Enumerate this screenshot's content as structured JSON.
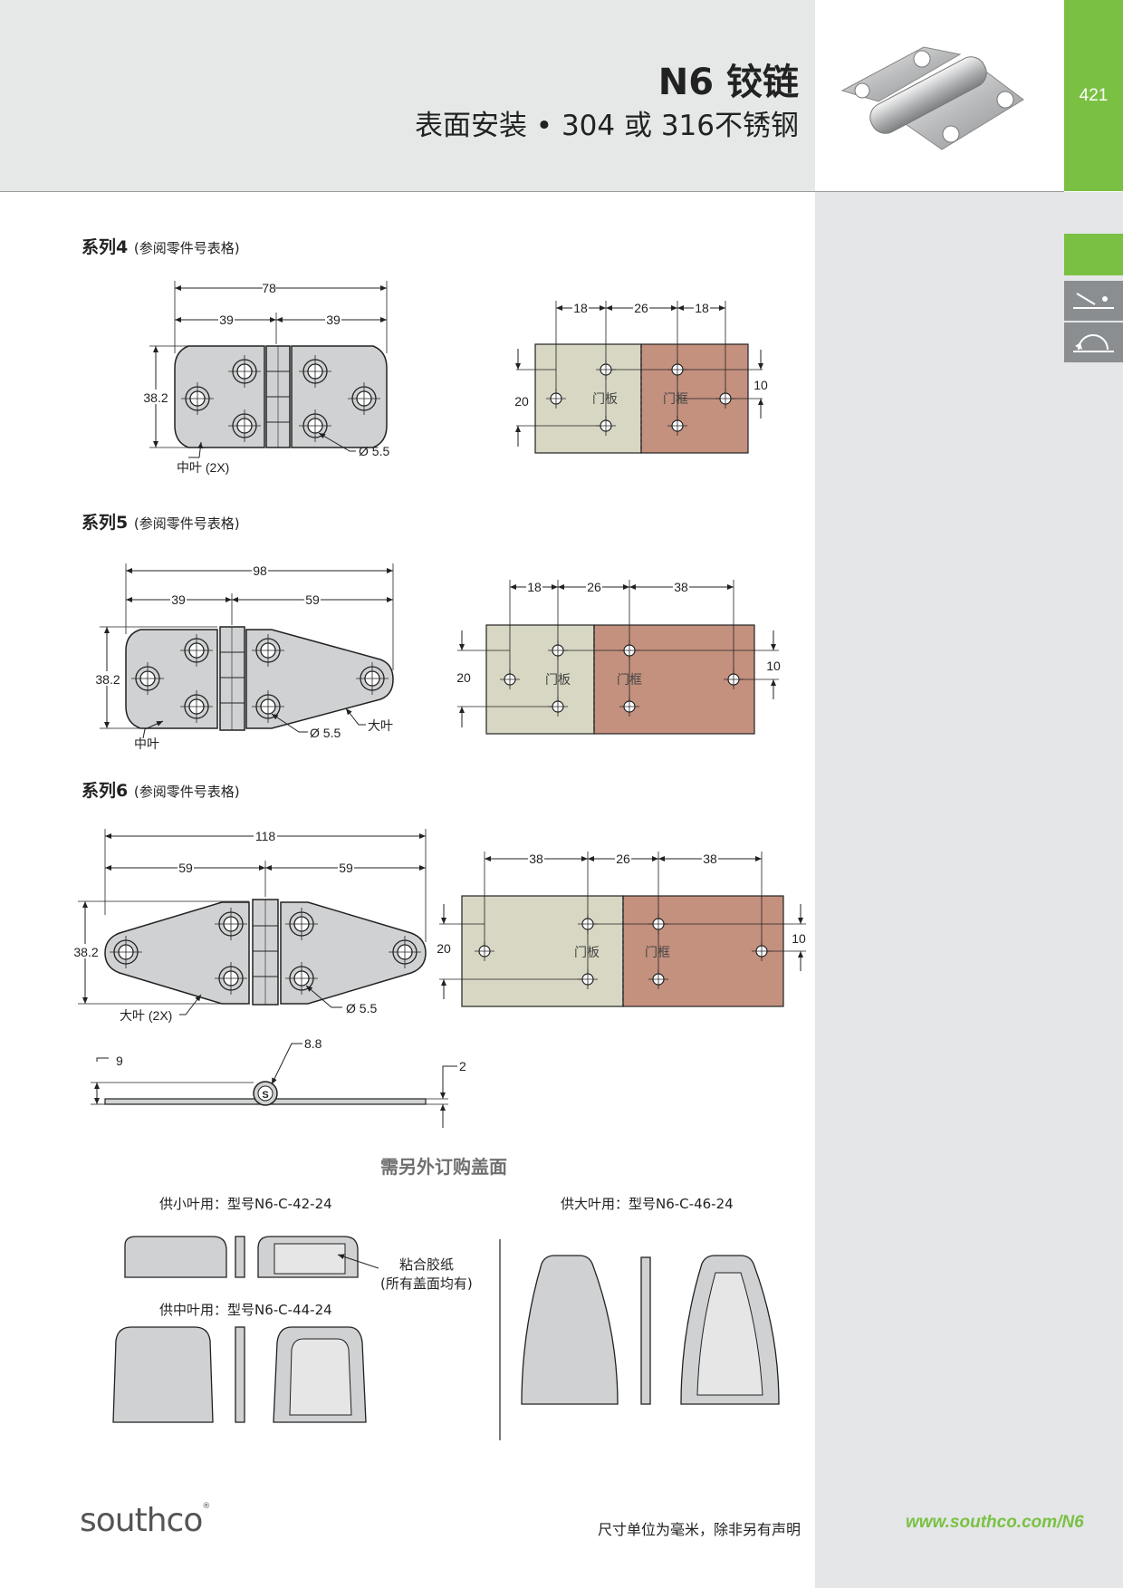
{
  "header": {
    "title": "N6 铰链",
    "subtitle": "表面安装 • 304 或 316不锈钢",
    "page_number": "421"
  },
  "series4": {
    "title": "系列4",
    "note": "(参阅零件号表格)",
    "dims": {
      "total": "78",
      "left": "39",
      "right": "39",
      "height": "38.2",
      "hole": "Ø 5.5",
      "leaf_label": "中叶 (2X)"
    },
    "mount": {
      "d1": "18",
      "d2": "26",
      "d3": "18",
      "left_h": "20",
      "right_h": "10",
      "door": "门板",
      "frame": "门框"
    }
  },
  "series5": {
    "title": "系列5",
    "note": "(参阅零件号表格)",
    "dims": {
      "total": "98",
      "left": "39",
      "right": "59",
      "height": "38.2",
      "hole": "Ø 5.5",
      "big_leaf": "大叶",
      "mid_leaf": "中叶"
    },
    "mount": {
      "d1": "18",
      "d2": "26",
      "d3": "38",
      "left_h": "20",
      "right_h": "10",
      "door": "门板",
      "frame": "门框"
    }
  },
  "series6": {
    "title": "系列6",
    "note": "(参阅零件号表格)",
    "dims": {
      "total": "118",
      "left": "59",
      "right": "59",
      "height": "38.2",
      "hole": "Ø 5.5",
      "leaf_label": "大叶 (2X)"
    },
    "mount": {
      "d1": "38",
      "d2": "26",
      "d3": "38",
      "left_h": "20",
      "right_h": "10",
      "door": "门板",
      "frame": "门框"
    },
    "side": {
      "a": "9",
      "b": "8.8",
      "c": "2"
    }
  },
  "covers": {
    "title": "需另外订购盖面",
    "small": "供小叶用：型号N6-C-42-24",
    "mid": "供中叶用：型号N6-C-44-24",
    "large": "供大叶用：型号N6-C-46-24",
    "adhesive_1": "粘合胶纸",
    "adhesive_2": "(所有盖面均有)"
  },
  "footer": {
    "brand": "southco",
    "registered": "®",
    "note": "尺寸单位为毫米，除非另有声明",
    "url": "www.southco.com/N6"
  },
  "colors": {
    "accent_green": "#7ac143",
    "door_panel": "#d8d7c3",
    "frame_panel": "#c4917f",
    "hinge_grey": "#cfd1d2",
    "header_grey": "#e6e8e8"
  }
}
